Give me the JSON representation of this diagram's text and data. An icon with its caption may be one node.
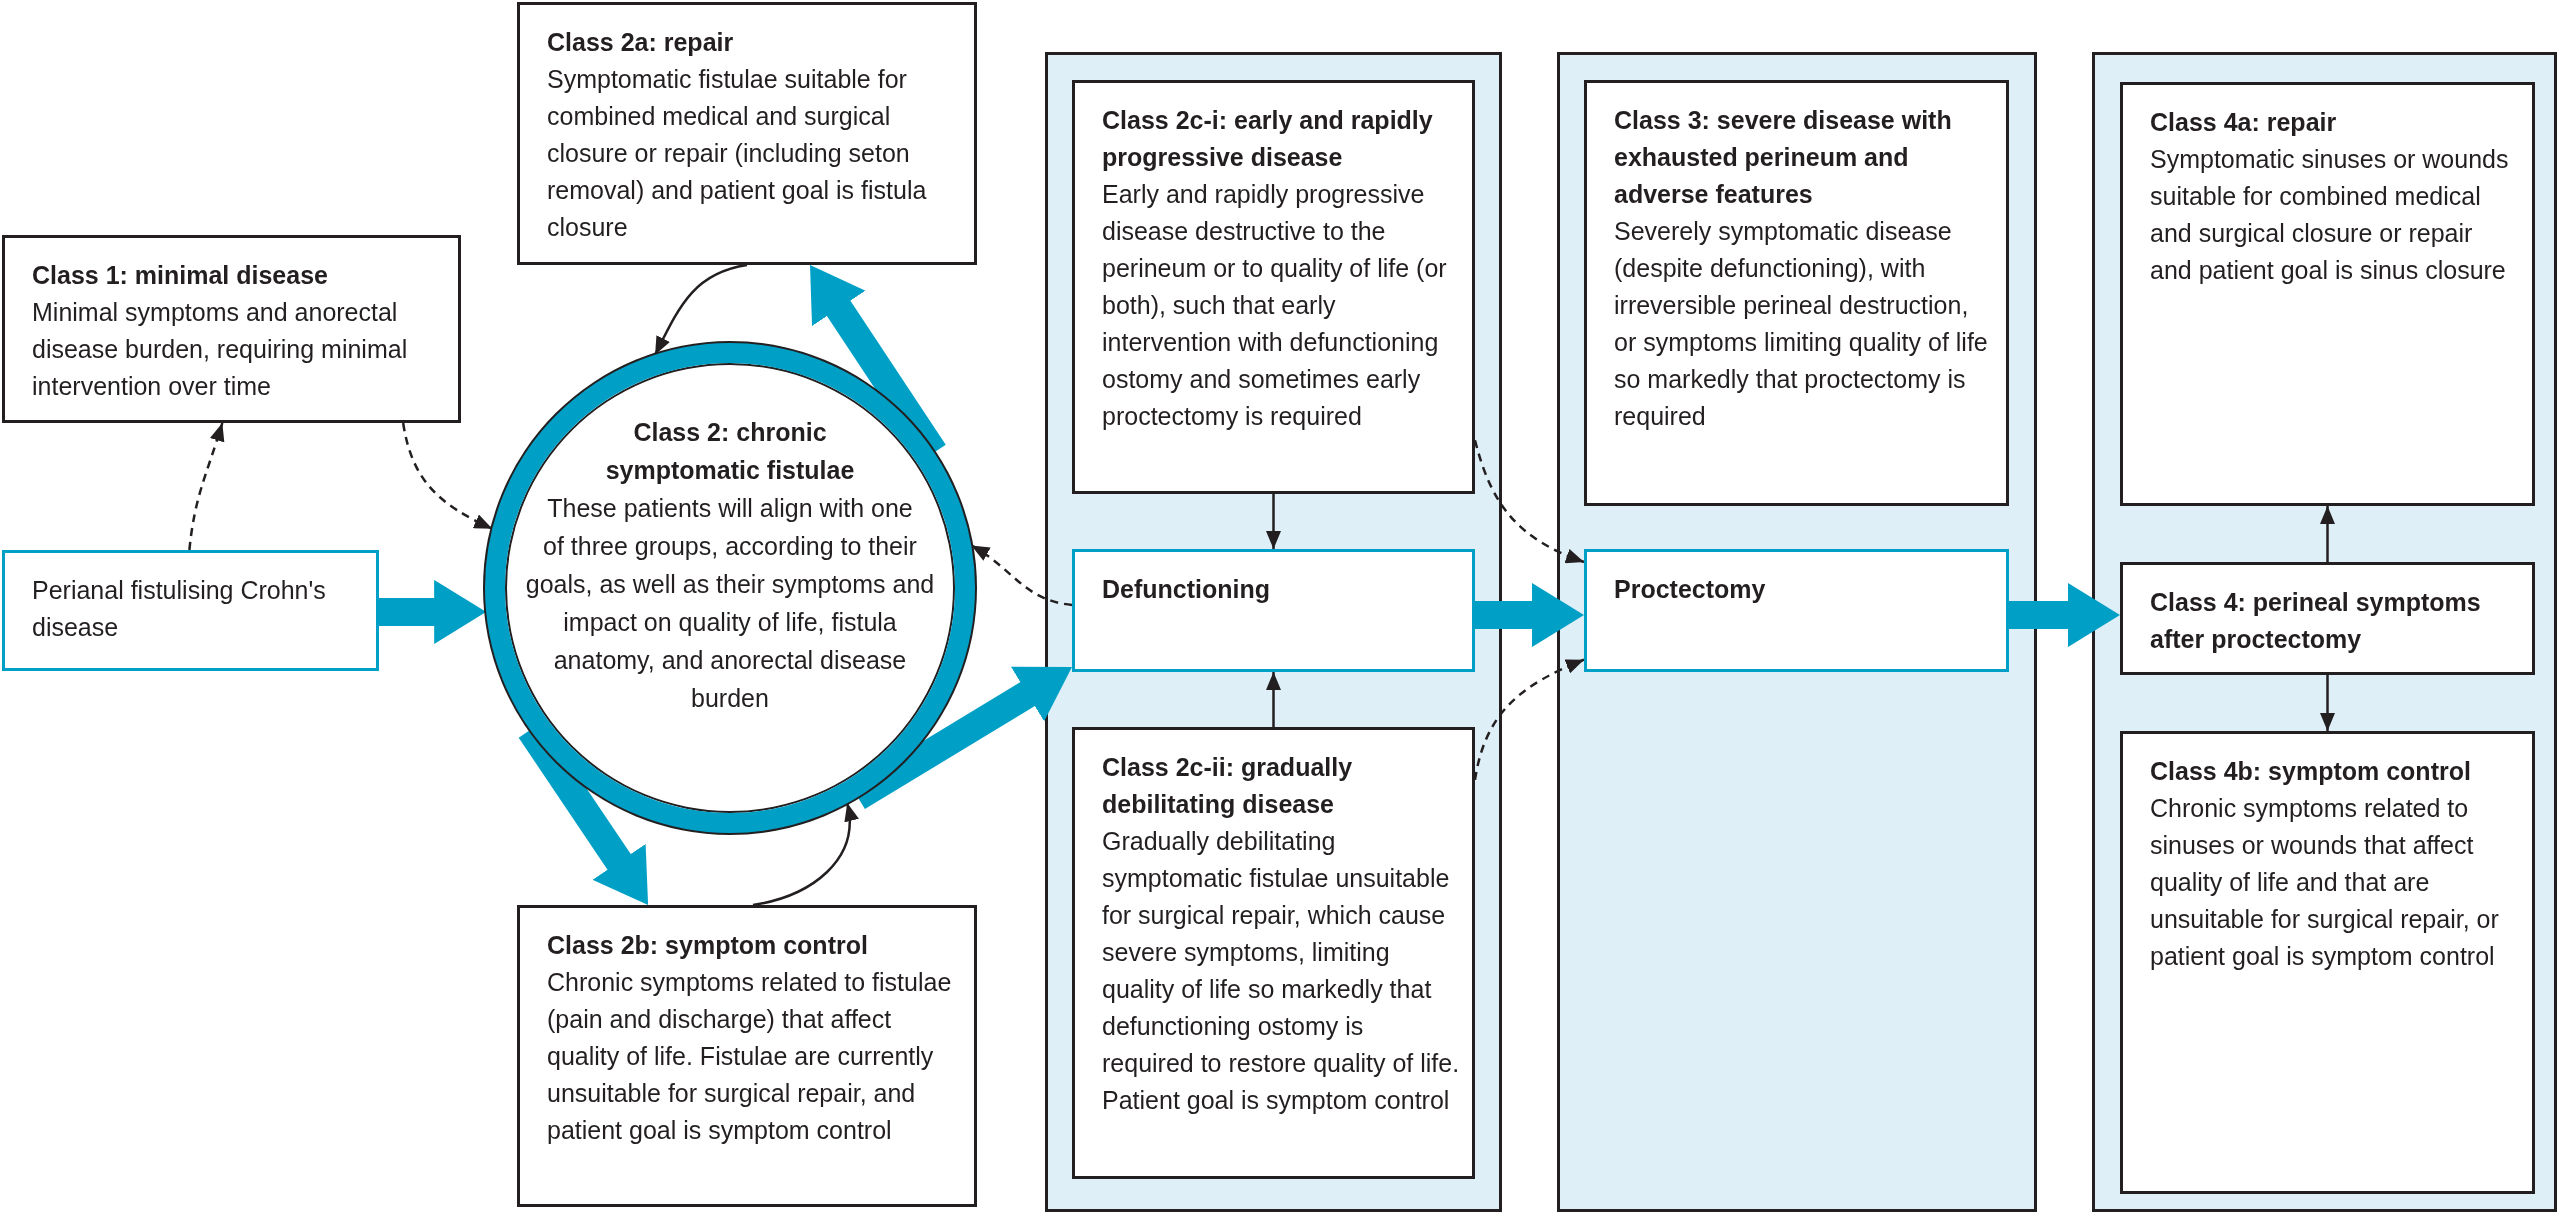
{
  "diagram": {
    "nodes": [
      {
        "text": [
          "Class 1: minimal disease",
          "Minimal symptoms and anorectal disease burden, requiring minimal intervention over time"
        ]
      },
      {
        "text": [
          "Perianal fistulising Crohn's disease"
        ]
      },
      {
        "text": [
          "Class 2a: repair",
          "Symptomatic fistulae suitable for combined medical and surgical closure or repair (including seton removal) and patient goal is fistula closure"
        ]
      },
      {
        "text": [
          "Class 2: chronic symptomatic fistulae",
          "These patients will align with one of three groups, according to their goals, as well as their symptoms and impact on quality of life, fistula anatomy, and anorectal disease burden"
        ]
      },
      {
        "text": [
          "Class 2b: symptom control",
          "Chronic symptoms related to fistulae (pain and discharge) that affect quality of life. Fistulae are currently unsuitable for surgical repair, and patient goal is symptom control"
        ]
      },
      {
        "text": [],
        "shape": "box"
      },
      {
        "text": [
          "Class 2c-i: early and rapidly progressive disease",
          "Early and rapidly progressive disease destructive to the perineum or to quality of life (or both), such that early intervention with defunctioning ostomy and sometimes early proctectomy is required"
        ],
        "in": 5
      },
      {
        "text": [
          "Defunctioning"
        ],
        "in": 5
      },
      {
        "text": [
          "Class 2c-ii: gradually debilitating disease",
          "Gradually debilitating symptomatic fistulae unsuitable for surgical repair, which cause severe symptoms, limiting quality of life so markedly that defunctioning ostomy is required to restore quality of life. Patient goal is symptom control"
        ],
        "in": 5
      },
      {
        "text": [],
        "shape": "box"
      },
      {
        "text": [
          "Class 3: severe disease with exhausted perineum and adverse features",
          "Severely symptomatic disease (despite defunctioning), with irreversible perineal destruction, or symptoms limiting quality of life so markedly that proctectomy is required"
        ],
        "in": 9
      },
      {
        "text": [
          "Proctectomy"
        ],
        "in": 9
      },
      {
        "text": [],
        "shape": "box"
      },
      {
        "text": [
          "Class 4a: repair",
          "Symptomatic sinuses or wounds suitable for combined medical and surgical closure or repair and patient goal is sinus closure"
        ],
        "in": 12
      },
      {
        "text": [
          "Class 4: perineal symptoms after proctectomy"
        ],
        "in": 12
      },
      {
        "text": [
          "Class 4b: symptom control",
          "Chronic symptoms related to sinuses or wounds that affect quality of life and that are unsuitable for surgical repair, or patient goal is symptom control"
        ],
        "in": 12
      }
    ],
    "edges": [
      {
        "from": 1,
        "to": 3,
        "arrow": "to",
        "style": "thick",
        "color": "#00a0c6"
      },
      {
        "from": 1,
        "to": 0,
        "arrow": "to",
        "style": "dashed"
      },
      {
        "from": 0,
        "to": 3,
        "arrow": "to",
        "style": "dashed"
      },
      {
        "from": 3,
        "to": 2,
        "arrow": "to",
        "style": "thick",
        "color": "#00a0c6"
      },
      {
        "from": 2,
        "to": 3,
        "arrow": "to"
      },
      {
        "from": 3,
        "to": 4,
        "arrow": "to",
        "style": "thick",
        "color": "#00a0c6"
      },
      {
        "from": 4,
        "to": 3,
        "arrow": "to"
      },
      {
        "from": 3,
        "to": 7,
        "arrow": "to",
        "style": "thick",
        "color": "#00a0c6"
      },
      {
        "from": 7,
        "to": 3,
        "arrow": "to",
        "style": "dashed"
      },
      {
        "from": 6,
        "to": 7,
        "arrow": "to"
      },
      {
        "from": 8,
        "to": 7,
        "arrow": "to"
      },
      {
        "from": 7,
        "to": 11,
        "arrow": "to",
        "style": "thick",
        "color": "#00a0c6"
      },
      {
        "from": 6,
        "to": 11,
        "arrow": "to",
        "style": "dashed"
      },
      {
        "from": 8,
        "to": 11,
        "arrow": "to",
        "style": "dashed"
      },
      {
        "from": 11,
        "to": 14,
        "arrow": "to",
        "style": "thick",
        "color": "#00a0c6"
      },
      {
        "from": 14,
        "to": 13,
        "arrow": "to"
      },
      {
        "from": 14,
        "to": 15,
        "arrow": "to"
      }
    ]
  }
}
